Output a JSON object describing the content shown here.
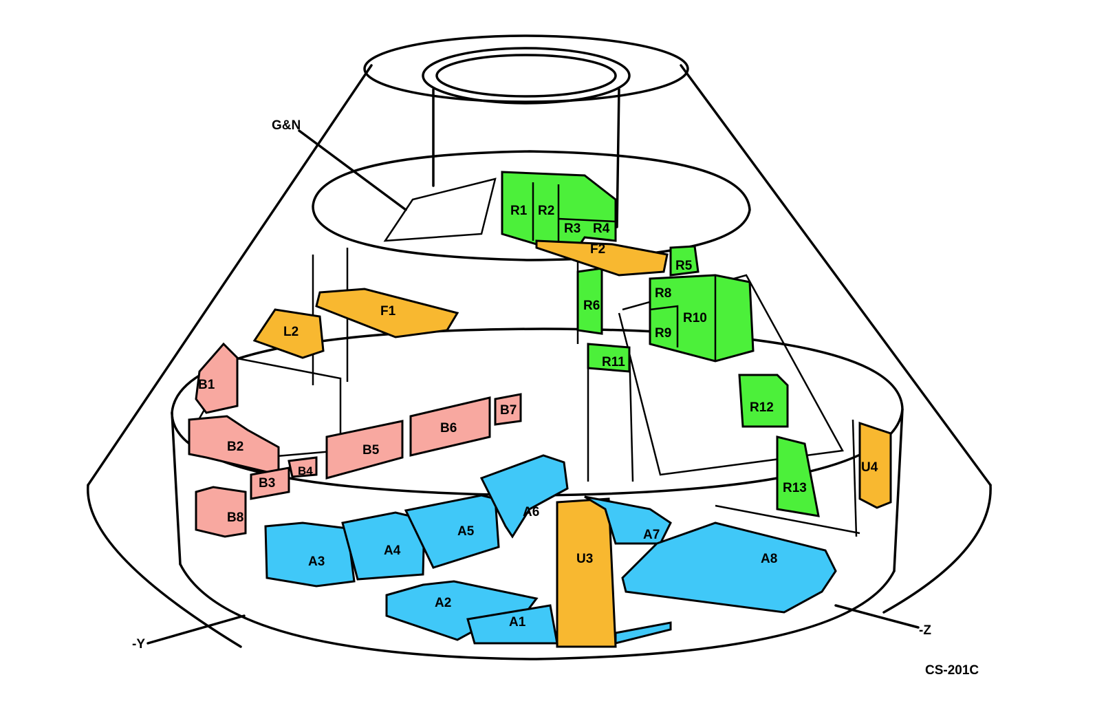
{
  "figure_id": "CS-201C",
  "callouts": {
    "gn": "G&N",
    "neg_y": "-Y",
    "neg_z": "-Z"
  },
  "colors": {
    "green": "#4cf03a",
    "orange": "#f8b830",
    "pink": "#f8a8a0",
    "blue": "#40c8f8"
  },
  "labels": {
    "R1": "R1",
    "R2": "R2",
    "R3": "R3",
    "R4": "R4",
    "R5": "R5",
    "R6": "R6",
    "R8": "R8",
    "R9": "R9",
    "R10": "R10",
    "R11": "R11",
    "R12": "R12",
    "R13": "R13",
    "F1": "F1",
    "F2": "F2",
    "L2": "L2",
    "U3": "U3",
    "U4": "U4",
    "B1": "B1",
    "B2": "B2",
    "B3": "B3",
    "B4": "B4",
    "B5": "B5",
    "B6": "B6",
    "B7": "B7",
    "B8": "B8",
    "A1": "A1",
    "A2": "A2",
    "A3": "A3",
    "A4": "A4",
    "A5": "A5",
    "A6": "A6",
    "A7": "A7",
    "A8": "A8"
  }
}
